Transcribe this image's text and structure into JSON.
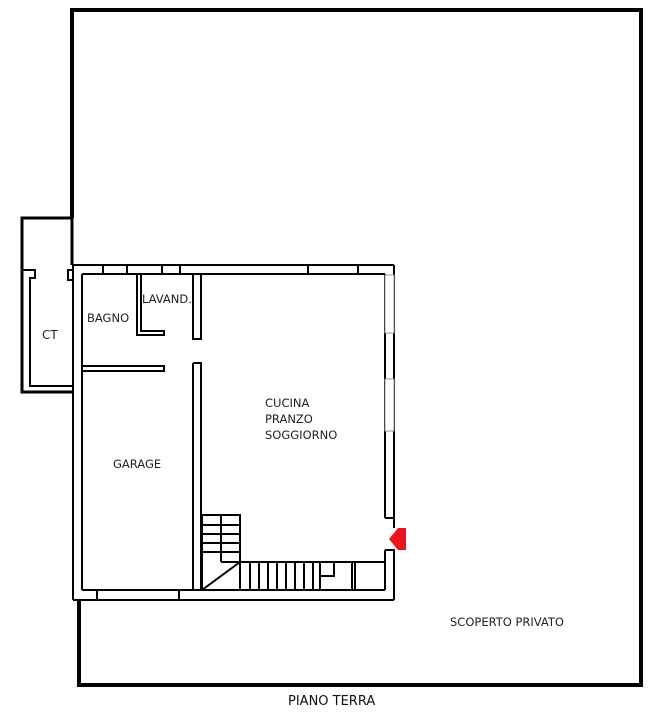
{
  "plan": {
    "title": "PIANO TERRA",
    "rooms": {
      "ct": "CT",
      "bagno": "BAGNO",
      "lavanderia": "LAVAND.",
      "garage": "GARAGE",
      "living_line1": "CUCINA",
      "living_line2": "PRANZO",
      "living_line3": "SOGGIORNO",
      "outdoor": "SCOPERTO PRIVATO"
    },
    "entrance_marker": {
      "icon": "entrance-arrow-icon",
      "color": "#e8141e"
    },
    "colors": {
      "wall": "#000000",
      "background": "#ffffff",
      "text": "#222222"
    }
  }
}
